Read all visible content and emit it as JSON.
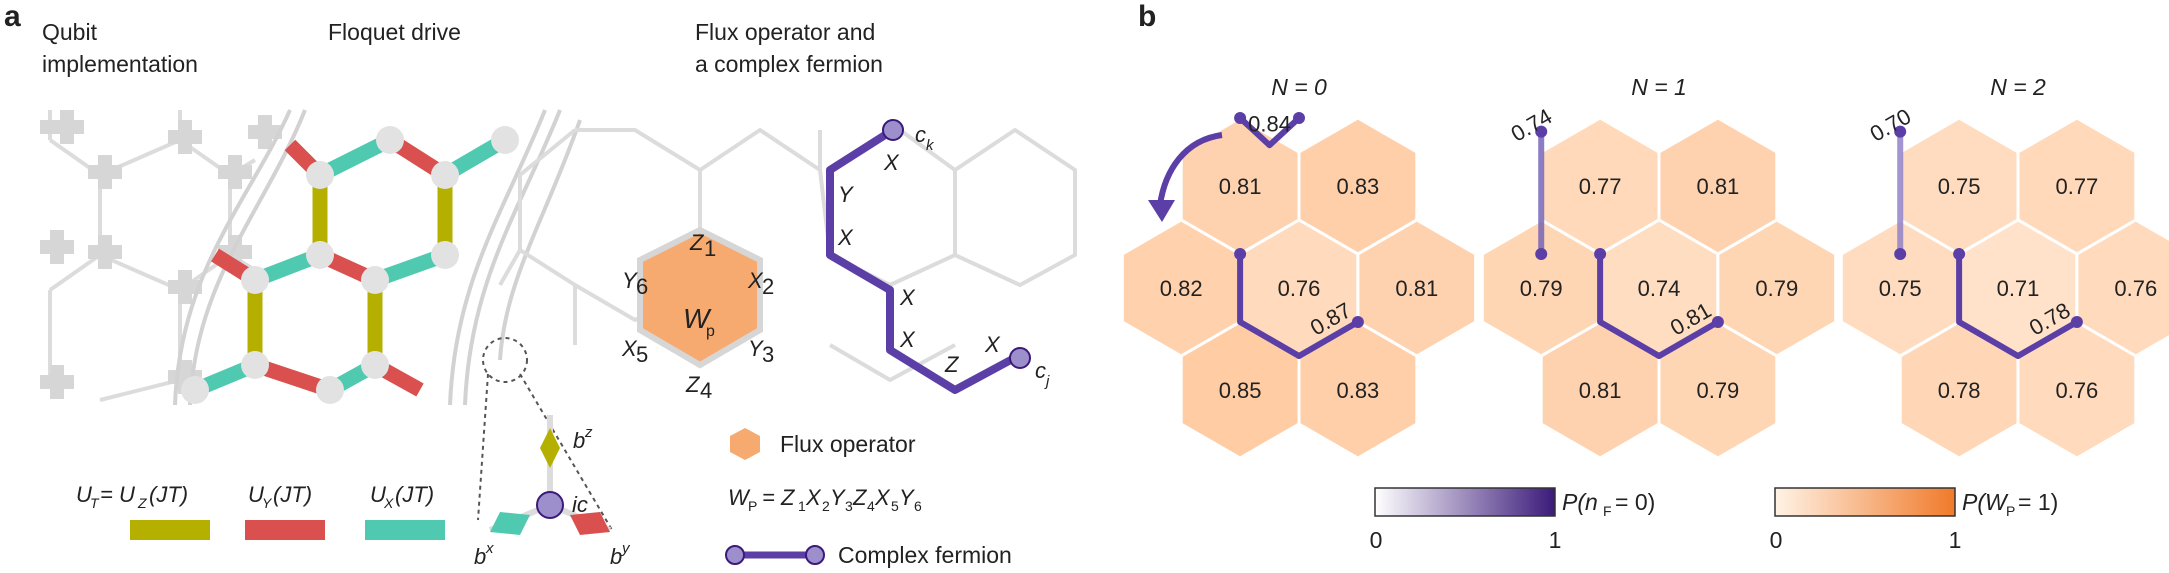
{
  "panel_a": {
    "letter": "a",
    "sections": [
      {
        "line1": "Qubit",
        "line2": "implementation"
      },
      {
        "line1": "Floquet drive",
        "line2": ""
      },
      {
        "line1": "Flux operator and",
        "line2": "a complex fermion"
      }
    ],
    "plaquette_ops": {
      "Z1": "Z",
      "X2": "X",
      "Y3": "Y",
      "Z4": "Z",
      "X5": "X",
      "Y6": "Y",
      "center": "W"
    },
    "path_ops": [
      "X",
      "Y",
      "X",
      "X",
      "X",
      "Z",
      "X"
    ],
    "endpoints": {
      "ck": "c",
      "cj": "c"
    },
    "vertex_labels": {
      "bz": "b",
      "bx": "b",
      "by": "b",
      "ic": "ic"
    },
    "legend": {
      "flux": "Flux operator",
      "wp_formula": "W",
      "fermion": "Complex fermion"
    },
    "drive_legend": {
      "ut": "U",
      "uy": "U",
      "ux": "U"
    },
    "colors": {
      "z_bond": "#b5b000",
      "y_bond": "#d9504f",
      "x_bond": "#4fc9b0",
      "plaquette": "#f7aa6f",
      "fermion": "#5b3fa6",
      "node": "#9d8fcc"
    }
  },
  "panel_b": {
    "letter": "b",
    "groups": [
      {
        "title": "N = 0",
        "values": [
          "0.81",
          "0.83",
          "0.82",
          "0.76",
          "0.81",
          "0.85",
          "0.83"
        ],
        "edge_labels": [
          "0.84",
          "0.87"
        ]
      },
      {
        "title": "N = 1",
        "values": [
          "0.77",
          "0.81",
          "0.79",
          "0.74",
          "0.79",
          "0.81",
          "0.79"
        ],
        "edge_labels": [
          "0.74",
          "0.81"
        ]
      },
      {
        "title": "N = 2",
        "values": [
          "0.75",
          "0.77",
          "0.75",
          "0.71",
          "0.76",
          "0.78",
          "0.76"
        ],
        "edge_labels": [
          "0.70",
          "0.78"
        ]
      }
    ],
    "colorbar_fermion": {
      "label": "P(n",
      "min": "0",
      "max": "1"
    },
    "colorbar_flux": {
      "label": "P(W",
      "min": "0",
      "max": "1"
    }
  }
}
